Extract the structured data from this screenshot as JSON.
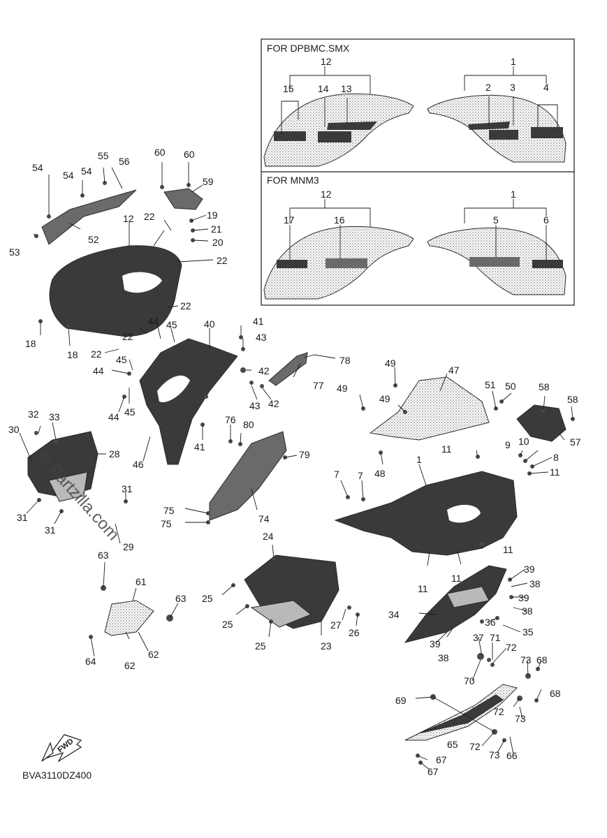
{
  "insets": [
    {
      "title": "FOR DPBMC.SMX"
    },
    {
      "title": "FOR MNM3"
    }
  ],
  "watermark": "© Partzilla.com",
  "diagram_code": "BVA3110DZ400",
  "fwd_label": "FWD",
  "callouts": {
    "i1_12": "12",
    "i1_1": "1",
    "i1_15": "15",
    "i1_14": "14",
    "i1_13": "13",
    "i1_2": "2",
    "i1_3": "3",
    "i1_4": "4",
    "i2_12": "12",
    "i2_1": "1",
    "i2_17": "17",
    "i2_16": "16",
    "i2_5": "5",
    "i2_6": "6",
    "c54a": "54",
    "c54b": "54",
    "c55": "55",
    "c56": "56",
    "c60a": "60",
    "c60b": "60",
    "c59": "59",
    "c53": "53",
    "c52": "52",
    "c12": "12",
    "c22a": "22",
    "c19": "19",
    "c21": "21",
    "c20": "20",
    "c22b": "22",
    "c22c": "22",
    "c18a": "18",
    "c18b": "18",
    "c22d": "22",
    "c44a": "44",
    "c45a": "45",
    "c22e": "22",
    "c40": "40",
    "c41a": "41",
    "c43a": "43",
    "c78": "78",
    "c45b": "45",
    "c44b": "44",
    "c42a": "42",
    "c77": "77",
    "c43b": "43",
    "c42b": "42",
    "c44c": "44",
    "c45c": "45",
    "c49a": "49",
    "c47": "47",
    "c51": "51",
    "c50": "50",
    "c58a": "58",
    "c49b": "49",
    "c49c": "49",
    "c58b": "58",
    "c57": "57",
    "c32": "32",
    "c33": "33",
    "c30": "30",
    "c28": "28",
    "c76": "76",
    "c80": "80",
    "c41b": "41",
    "c46": "46",
    "c79": "79",
    "c48": "48",
    "c11a": "11",
    "c9": "9",
    "c10": "10",
    "c8": "8",
    "c11b": "11",
    "c1": "1",
    "c7a": "7",
    "c7b": "7",
    "c31a": "31",
    "c31b": "31",
    "c31c": "31",
    "c29": "29",
    "c75a": "75",
    "c75b": "75",
    "c74": "74",
    "c24": "24",
    "c63a": "63",
    "c61": "61",
    "c63b": "63",
    "c25a": "25",
    "c25b": "25",
    "c25c": "25",
    "c27": "27",
    "c26": "26",
    "c23": "23",
    "c11c": "11",
    "c11d": "11",
    "c11e": "11",
    "c39a": "39",
    "c38a": "38",
    "c39b": "39",
    "c38b": "38",
    "c34": "34",
    "c36": "36",
    "c35": "35",
    "c39c": "39",
    "c38c": "38",
    "c37": "37",
    "c71": "71",
    "c72a": "72",
    "c73a": "73",
    "c68a": "68",
    "c70": "70",
    "c69": "69",
    "c68b": "68",
    "c72b": "72",
    "c73b": "73",
    "c64": "64",
    "c62a": "62",
    "c62b": "62",
    "c65": "65",
    "c72c": "72",
    "c73c": "73",
    "c66": "66",
    "c67a": "67",
    "c67b": "67"
  }
}
